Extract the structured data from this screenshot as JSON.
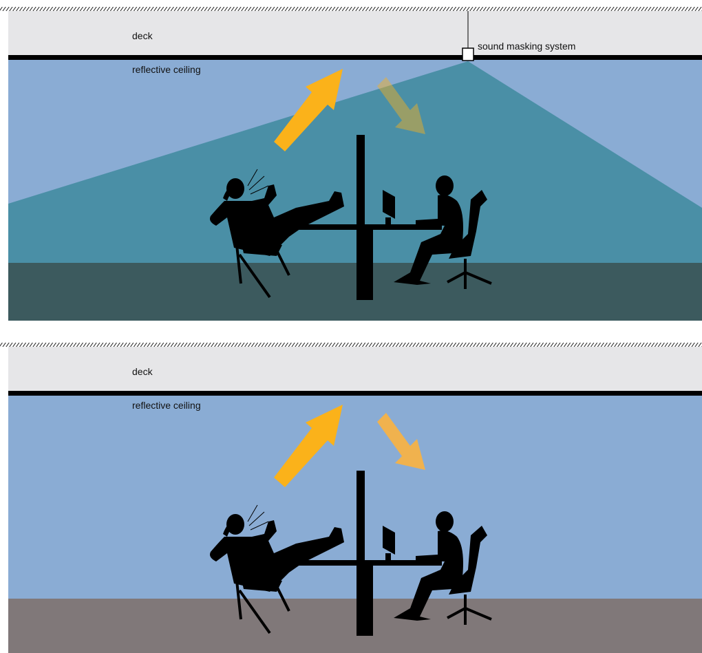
{
  "panels": [
    {
      "deck_label": "deck",
      "ceiling_label": "reflective ceiling",
      "device_label": "sound masking system",
      "floor_color": "#3c5a5e",
      "masking_field_color": "#4a8fa6"
    },
    {
      "deck_label": "deck",
      "ceiling_label": "reflective ceiling",
      "floor_color": "#807879"
    }
  ],
  "colors": {
    "deck": "#e6e6e8",
    "room": "#8aacd4",
    "ceiling_line": "#000000",
    "arrow": "#fbb21a",
    "silhouette": "#000000"
  },
  "icons": [
    "hatch",
    "speaker-box",
    "sound-arrow",
    "person-on-phone-silhouette",
    "person-at-computer-silhouette",
    "office-chair",
    "desk",
    "partition"
  ]
}
